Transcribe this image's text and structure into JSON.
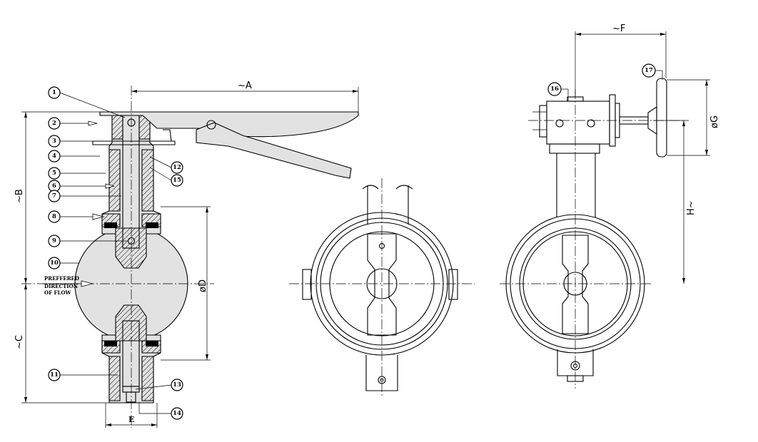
{
  "drawing": {
    "callouts": [
      "1",
      "2",
      "3",
      "4",
      "5",
      "6",
      "7",
      "8",
      "9",
      "10",
      "11",
      "12",
      "13",
      "14",
      "15",
      "16",
      "17"
    ],
    "dimensions": {
      "A": "~A",
      "B": "~B",
      "C": "~C",
      "D": "øD",
      "E": "E",
      "F": "~F",
      "G": "øG",
      "H": "H~"
    },
    "flow_label": [
      "PREFFERED",
      "DIRECTION",
      "OF FLOW"
    ]
  }
}
